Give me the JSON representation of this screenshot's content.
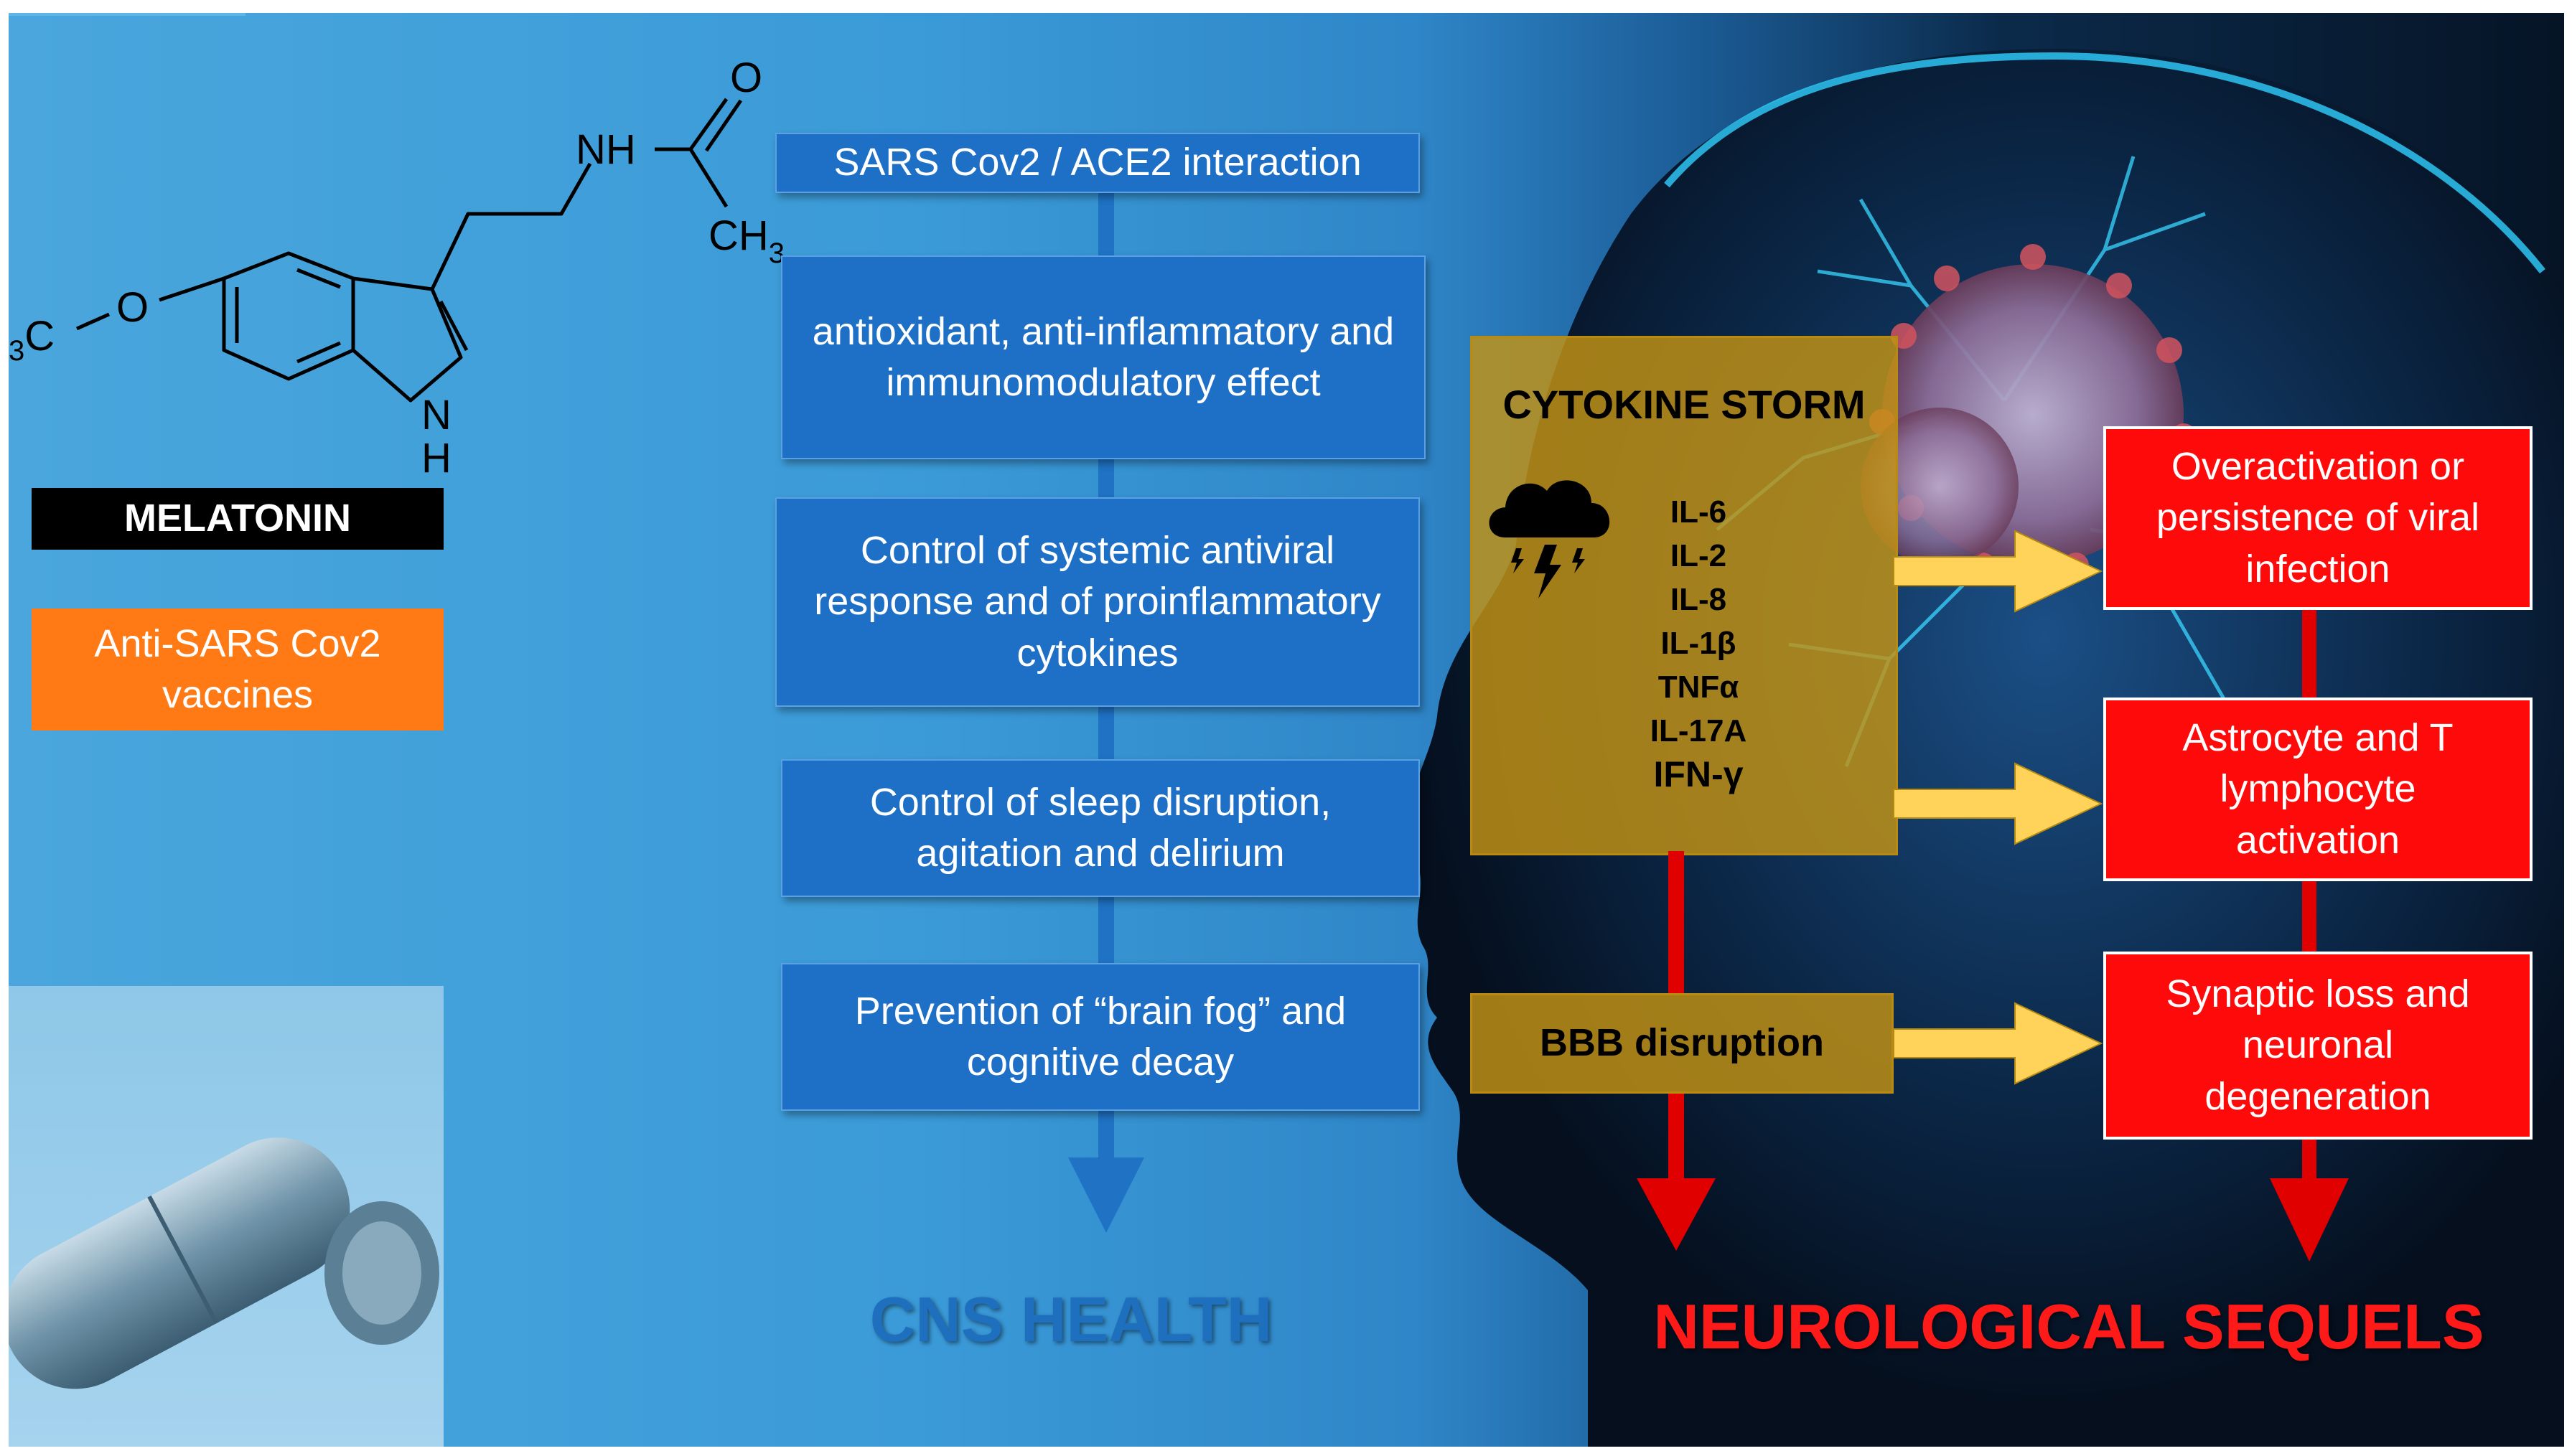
{
  "molecule": {
    "label": "MELATONIN",
    "atoms": {
      "o_carbonyl": "O",
      "nh": "NH",
      "ch3": "CH",
      "ch3_sub": "3",
      "ome_c": "C",
      "ome_sub": "3",
      "ome_o": "O",
      "indole_n": "N",
      "indole_h": "H"
    }
  },
  "vaccine_label": "Anti-SARS Cov2 vaccines",
  "flow": [
    "SARS Cov2 / ACE2 interaction",
    "antioxidant, anti-inflammatory and immunomodulatory effect",
    "Control of systemic antiviral response and of proinflammatory cytokines",
    "Control of sleep disruption, agitation and delirium",
    "Prevention of “brain fog” and cognitive decay"
  ],
  "cns_title": "CNS HEALTH",
  "storm": {
    "title": "CYTOKINE STORM",
    "cytokines": [
      "IL-6",
      "IL-2",
      "IL-8",
      "IL-1β",
      "TNFα",
      "IL-17A",
      "IFN-γ"
    ]
  },
  "bbb_label": "BBB disruption",
  "sequels": [
    "Overactivation or persistence of viral infection",
    "Astrocyte and T lymphocyte activation",
    "Synaptic loss and neuronal degeneration"
  ],
  "sequels_title": "NEUROLOGICAL SEQUELS",
  "colors": {
    "flow_box": "#1e6fc6",
    "sequel_box": "#ff0a0a",
    "storm_box": "#c49414",
    "arrow_yellow": "#ffd35a",
    "arrow_red": "#e00000",
    "arrow_blue": "#1f72c4"
  },
  "icons": [
    "storm-cloud-icon",
    "lightning-icon"
  ]
}
